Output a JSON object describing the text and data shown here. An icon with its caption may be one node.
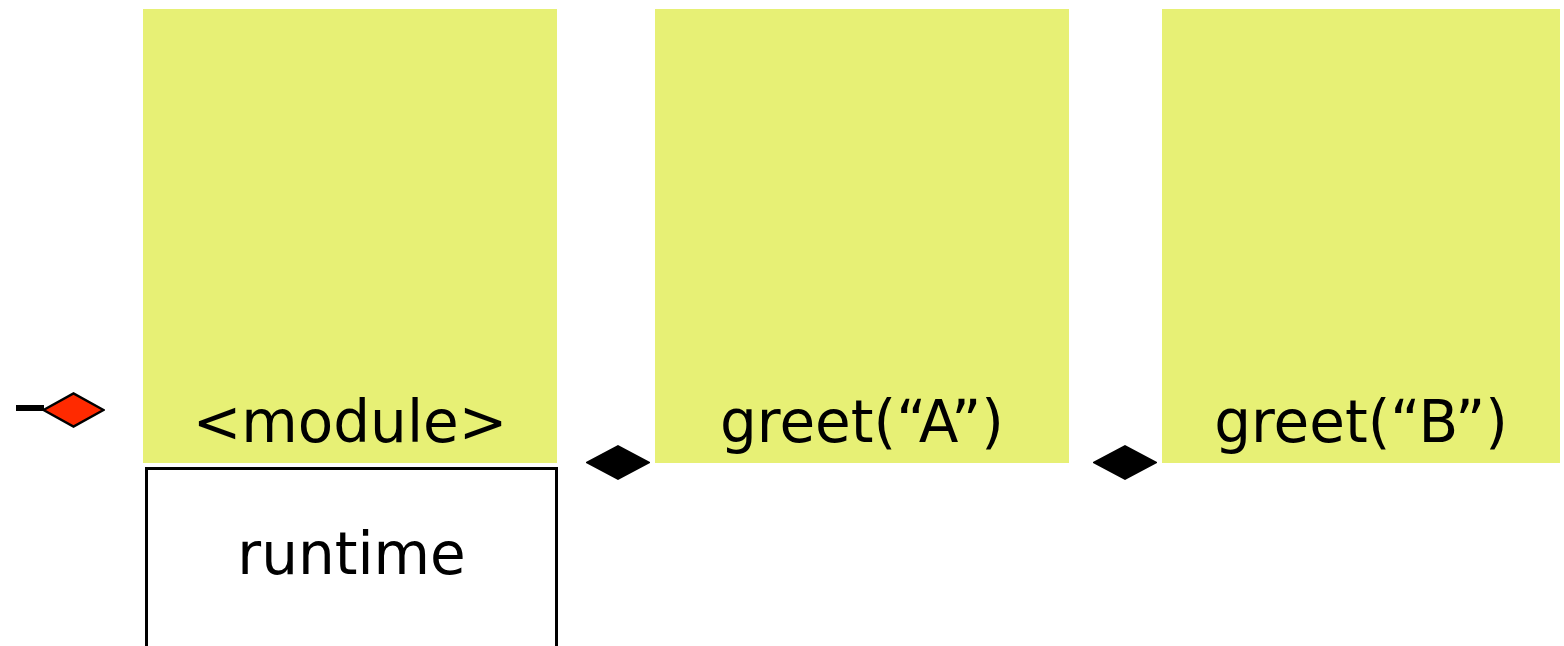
{
  "diagram": {
    "nodes": [
      {
        "text": [
          "<module>"
        ]
      },
      {
        "text": [
          "greet(“A”)"
        ]
      },
      {
        "text": [
          "greet(“B”)"
        ]
      },
      {
        "text": [
          "runtime"
        ]
      },
      {
        "text": [],
        "shape": "diamond"
      },
      {
        "text": [],
        "shape": "diamond"
      },
      {
        "text": [],
        "shape": "diamond"
      }
    ],
    "edges": [
      {
        "from": null,
        "to": 4,
        "arrow": "none"
      }
    ]
  }
}
